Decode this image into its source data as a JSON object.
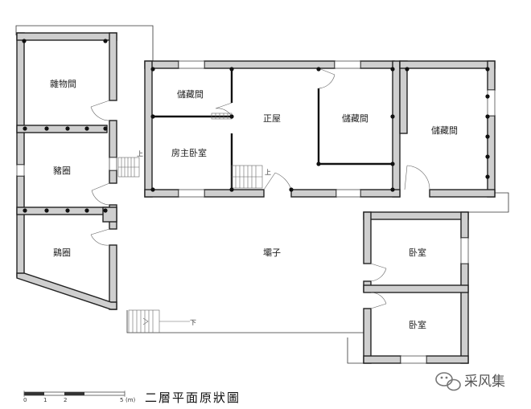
{
  "plan": {
    "title": "二層平面原狀圖",
    "rooms": {
      "storage_misc": "雜物間",
      "storage_a": "儲藏間",
      "main_hall": "正屋",
      "storage_b": "儲藏間",
      "storage_c": "儲藏間",
      "master_bedroom": "房主卧室",
      "pigsty": "豬圈",
      "chicken_coop": "鷄圈",
      "yard": "壩子",
      "bedroom_1": "卧室",
      "bedroom_2": "卧室"
    },
    "stairs": {
      "up_1": "上",
      "up_2": "上",
      "down": "下"
    },
    "scale": {
      "ticks": [
        "0",
        "1",
        "2",
        "5"
      ],
      "unit": "(m)"
    }
  },
  "watermark": {
    "text": "采风集",
    "icon": "wechat-logo-icon"
  },
  "colors": {
    "wall_fill": "#cfcfcf",
    "wall_stroke": "#222222",
    "line": "#111111"
  }
}
